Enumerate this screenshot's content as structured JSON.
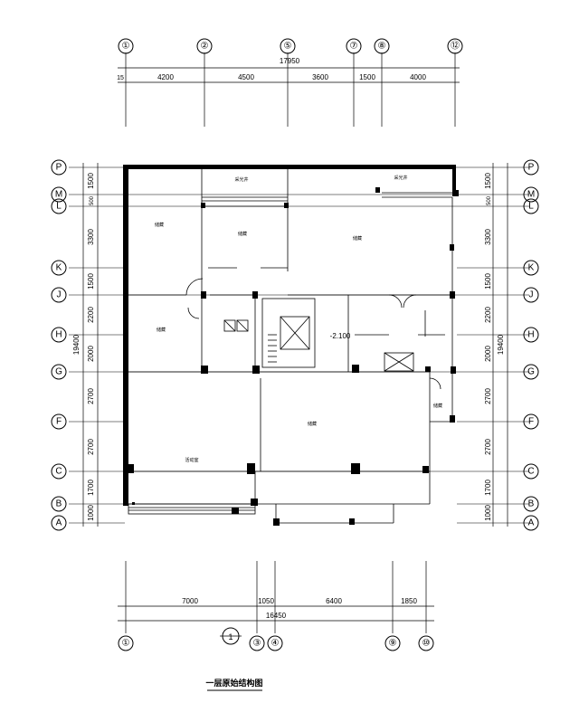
{
  "top_axes": [
    "①",
    "②",
    "⑤",
    "⑦",
    "⑧",
    "⑫"
  ],
  "top_total": "17950",
  "top_dims": [
    "15",
    "4200",
    "4500",
    "3600",
    "1500",
    "4000"
  ],
  "bottom_axes": [
    "①",
    "③",
    "④",
    "⑨",
    "⑩"
  ],
  "bottom_total": "16450",
  "bottom_dims": [
    "7000",
    "1050",
    "6400",
    "1850"
  ],
  "left_axes": [
    "P",
    "M",
    "L",
    "K",
    "J",
    "H",
    "G",
    "F",
    "C",
    "B",
    "A"
  ],
  "right_axes": [
    "P",
    "M",
    "L",
    "K",
    "J",
    "H",
    "G",
    "F",
    "C",
    "B",
    "A"
  ],
  "side_total": "19400",
  "left_dims": [
    "1500",
    "500",
    "3300",
    "1500",
    "2200",
    "2000",
    "2700",
    "2700",
    "1700",
    "1000"
  ],
  "right_dims": [
    "1500",
    "500",
    "3300",
    "1500",
    "2200",
    "2000",
    "2700",
    "2700",
    "1700",
    "1000"
  ],
  "level_mark": "-2.100",
  "rooms": [
    "采光井",
    "采光井",
    "储藏",
    "储藏",
    "储藏",
    "储藏",
    "储藏",
    "储藏",
    "活动室"
  ],
  "section_symbol": "1",
  "title": "一层原始结构图"
}
